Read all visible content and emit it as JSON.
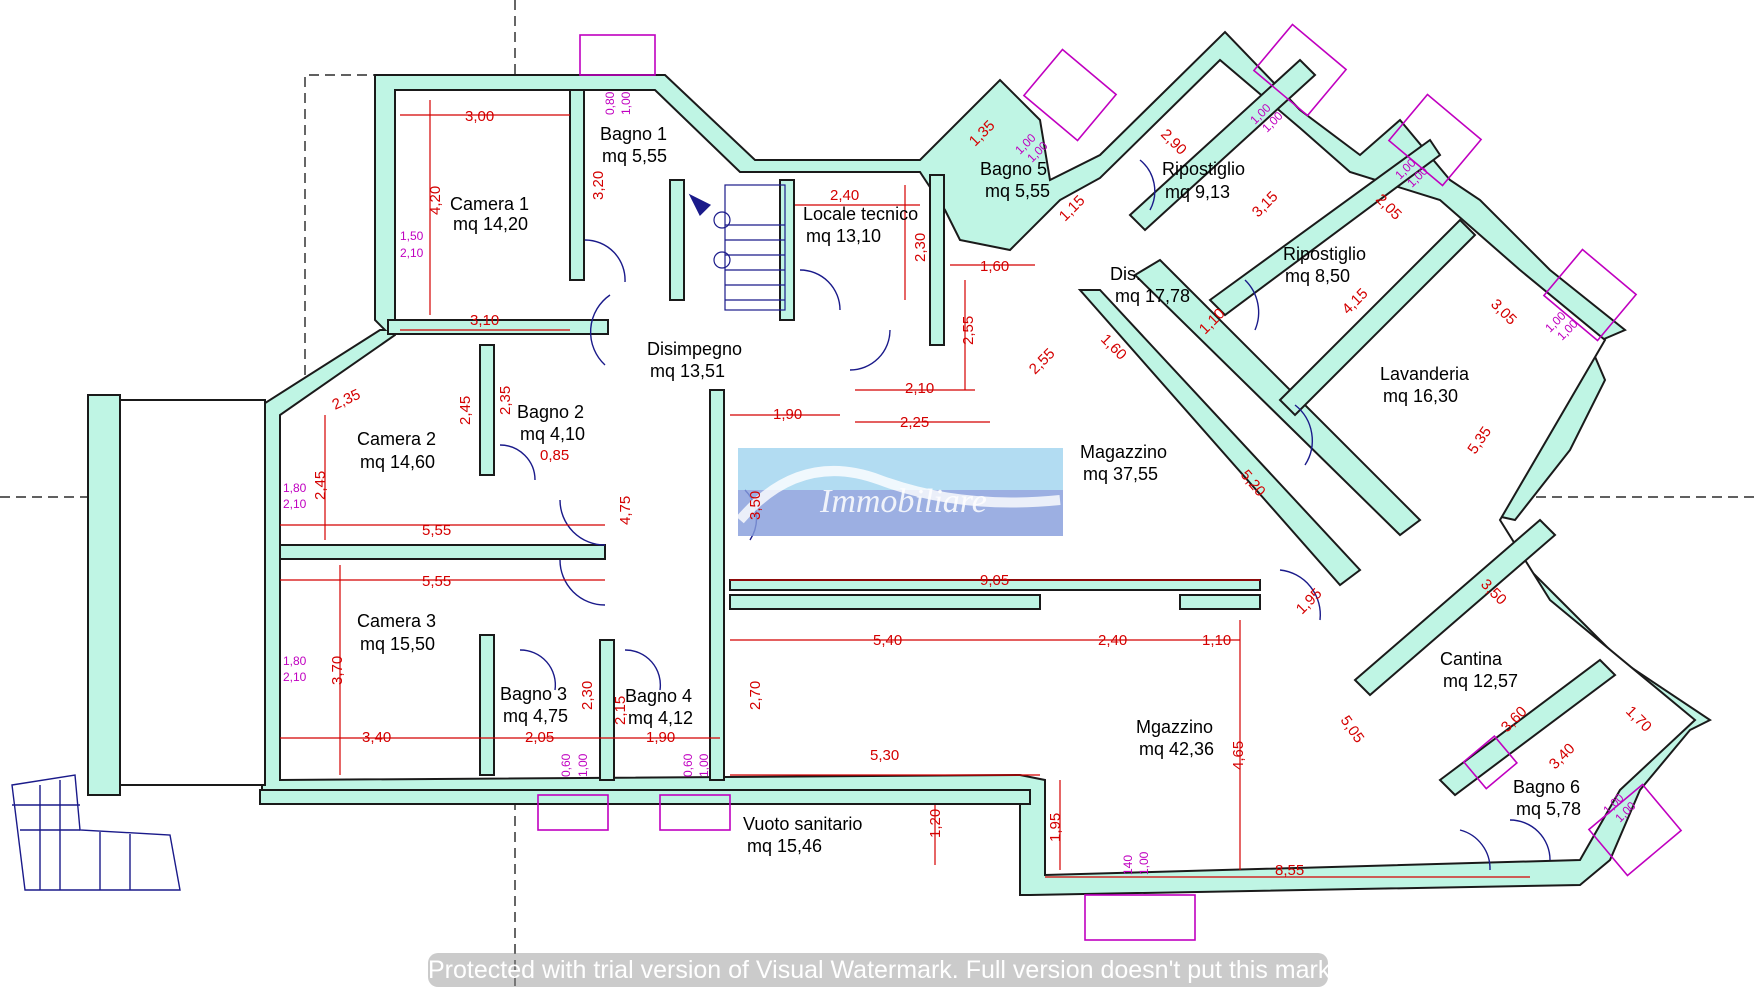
{
  "rooms": {
    "camera1": {
      "name": "Camera 1",
      "area": "mq 14,20"
    },
    "bagno1": {
      "name": "Bagno 1",
      "area": "mq 5,55"
    },
    "bagno5": {
      "name": "Bagno 5",
      "area": "mq 5,55"
    },
    "locale_tecnico": {
      "name": "Locale tecnico",
      "area": "mq 13,10"
    },
    "ripostiglio1": {
      "name": "Ripostiglio",
      "area": "mq 9,13"
    },
    "ripostiglio2": {
      "name": "Ripostiglio",
      "area": "mq 8,50"
    },
    "dis": {
      "name": "Dis.",
      "area": "mq 17,78"
    },
    "disimpegno": {
      "name": "Disimpegno",
      "area": "mq 13,51"
    },
    "camera2": {
      "name": "Camera 2",
      "area": "mq 14,60"
    },
    "bagno2": {
      "name": "Bagno 2",
      "area": "mq 4,10"
    },
    "lavanderia": {
      "name": "Lavanderia",
      "area": "mq 16,30"
    },
    "magazzino": {
      "name": "Magazzino",
      "area": "mq 37,55"
    },
    "camera3": {
      "name": "Camera 3",
      "area": "mq 15,50"
    },
    "bagno3": {
      "name": "Bagno 3",
      "area": "mq 4,75"
    },
    "bagno4": {
      "name": "Bagno 4",
      "area": "mq 4,12"
    },
    "cantina": {
      "name": "Cantina",
      "area": "mq 12,57"
    },
    "mgazzino": {
      "name": "Mgazzino",
      "area": "mq 42,36"
    },
    "bagno6": {
      "name": "Bagno 6",
      "area": "mq 5,78"
    },
    "vuoto_sanitario": {
      "name": "Vuoto sanitario",
      "area": "mq 15,46"
    }
  },
  "dimensions": {
    "d300": "3,00",
    "d420": "4,20",
    "d320": "3,20",
    "d310": "3,10",
    "d240a": "2,40",
    "d230a": "2,30",
    "d160": "1,60",
    "d255a": "2,55",
    "d210": "2,10",
    "d135": "1,35",
    "d115": "1,15",
    "d290": "2,90",
    "d315": "3,15",
    "d205a": "2,05",
    "d415": "4,15",
    "d305": "3,05",
    "d110a": "1,10",
    "d160b": "1,60",
    "d255b": "2,55",
    "d235": "2,35",
    "d245a": "2,45",
    "d235b": "2,35",
    "d245b": "2,45",
    "d085": "0,85",
    "d190a": "1,90",
    "d225": "2,25",
    "d350": "3,50",
    "d475": "4,75",
    "d555a": "5,55",
    "d555b": "5,55",
    "d520": "5,20",
    "d535": "5,35",
    "d905": "9,05",
    "d195a": "1,95",
    "d350b": "3,50",
    "d370": "3,70",
    "d540": "5,40",
    "d240b": "2,40",
    "d110b": "1,10",
    "d230b": "2,30",
    "d215": "2,15",
    "d270": "2,70",
    "d340a": "3,40",
    "d205b": "2,05",
    "d190b": "1,90",
    "d530": "5,30",
    "d505": "5,05",
    "d360": "3,60",
    "d170": "1,70",
    "d340b": "3,40",
    "d465": "4,65",
    "d120": "1,20",
    "d195b": "1,95",
    "d855": "8,55"
  },
  "windows": {
    "w1": {
      "h": "0,80",
      "w": "1,00"
    },
    "w2": {
      "h": "1,50",
      "w": "2,10"
    },
    "w3": {
      "h": "1,00",
      "w": "1,00"
    },
    "w4": {
      "h": "1,00",
      "w": "1,00"
    },
    "w5": {
      "h": "1,00",
      "w": "1,00"
    },
    "w6": {
      "h": "1,00",
      "w": "1,00"
    },
    "w7": {
      "h": "1,80",
      "w": "2,10"
    },
    "w8": {
      "h": "1,80",
      "w": "2,10"
    },
    "w9": {
      "h": "0,60",
      "w": "1,00"
    },
    "w10": {
      "h": "0,60",
      "w": "1,00"
    },
    "w11": {
      "h": "1,00",
      "w": "1,00"
    },
    "w12": {
      "h": "140",
      "w": "1,00"
    }
  },
  "watermark": {
    "logo": "Immobiliare",
    "notice": "Protected with trial version of Visual Watermark. Full version doesn't put this mark."
  },
  "colors": {
    "wall_fill": "#bff5e4",
    "dimension": "#d40000",
    "window": "#c000c0",
    "door": "#1a1a8a"
  }
}
